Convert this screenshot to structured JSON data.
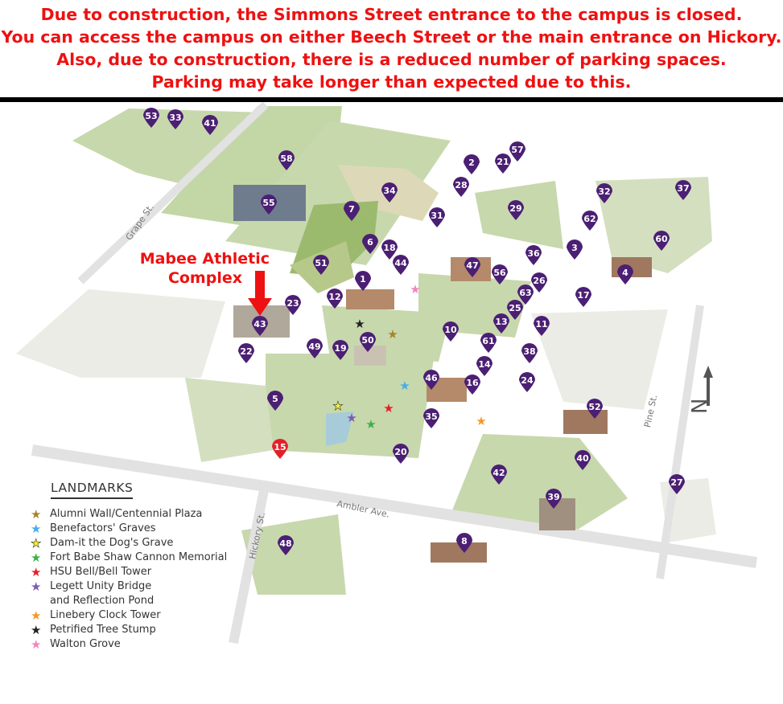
{
  "notice": {
    "lines": [
      "Due to construction, the Simmons Street entrance to the campus is closed.",
      "You can access the campus on either Beech Street or the main entrance on Hickory.",
      "Also, due to construction, there is a reduced number of parking spaces.",
      "Parking may take longer than expected due to this."
    ],
    "color": "#ee1111"
  },
  "callout": {
    "line1": "Mabee Athletic",
    "line2": "Complex",
    "target_pin": "43",
    "icon": "arrow-down-icon"
  },
  "streets": {
    "grape": "Grape St.",
    "ambler": "Ambler Ave.",
    "hickory": "Hickory St.",
    "pine": "Pine St."
  },
  "compass": {
    "label": "N"
  },
  "pin_color": "#4b1f73",
  "pins": [
    "53",
    "33",
    "41",
    "58",
    "55",
    "34",
    "2",
    "21",
    "57",
    "28",
    "31",
    "7",
    "29",
    "32",
    "37",
    "62",
    "60",
    "3",
    "6",
    "18",
    "44",
    "36",
    "4",
    "47",
    "56",
    "26",
    "63",
    "51",
    "1",
    "12",
    "23",
    "43",
    "17",
    "25",
    "13",
    "11",
    "10",
    "61",
    "49",
    "19",
    "50",
    "22",
    "38",
    "14",
    "24",
    "46",
    "16",
    "52",
    "5",
    "35",
    "15",
    "20",
    "40",
    "42",
    "39",
    "27",
    "8",
    "48"
  ],
  "legend": {
    "title": "LANDMARKS",
    "items": [
      {
        "label": "Alumni Wall/Centennial Plaza",
        "color": "#a8842a"
      },
      {
        "label": "Benefactors' Graves",
        "color": "#45aee8"
      },
      {
        "label": "Dam-it the Dog's Grave",
        "color": "#f4f02a"
      },
      {
        "label": "Fort Babe Shaw Cannon Memorial",
        "color": "#3fb04a"
      },
      {
        "label": "HSU Bell/Bell Tower",
        "color": "#e3202a"
      },
      {
        "label": "Legett Unity Bridge",
        "label2": "and Reflection Pond",
        "color": "#7d5bb0"
      },
      {
        "label": "Linebery Clock Tower",
        "color": "#f2992b"
      },
      {
        "label": "Petrified Tree Stump",
        "color": "#222222"
      },
      {
        "label": "Walton Grove",
        "color": "#ef86be"
      }
    ]
  }
}
